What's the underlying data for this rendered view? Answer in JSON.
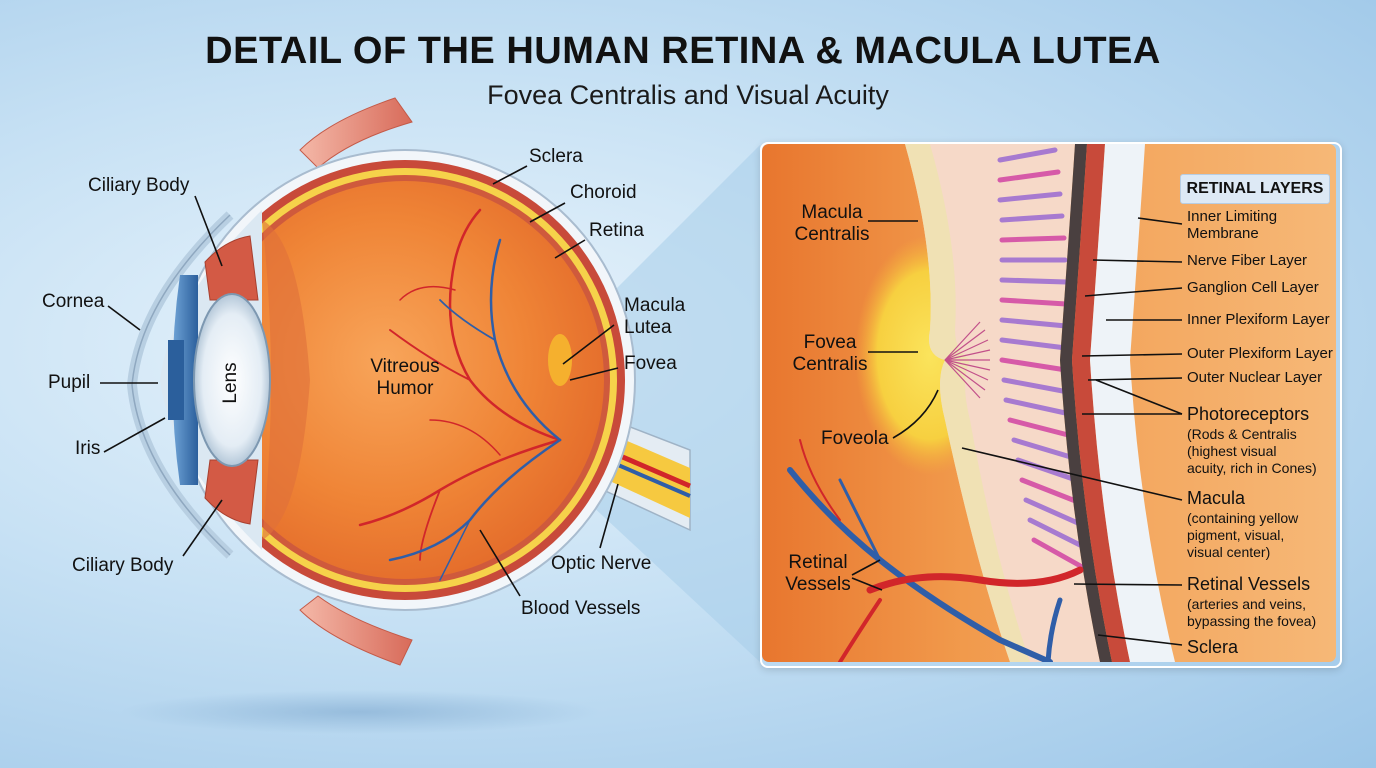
{
  "title": "DETAIL OF THE HUMAN RETINA & MACULA LUTEA",
  "subtitle": "Fovea Centralis and Visual Acuity",
  "eye_labels": {
    "ciliary_body_top": "Ciliary Body",
    "cornea": "Cornea",
    "pupil": "Pupil",
    "iris": "Iris",
    "ciliary_body_bottom": "Ciliary Body",
    "lens": "Lens",
    "vitreous_line1": "Vitreous",
    "vitreous_line2": "Humor",
    "sclera": "Sclera",
    "choroid": "Choroid",
    "retina": "Retina",
    "macula_lutea_line1": "Macula",
    "macula_lutea_line2": "Lutea",
    "fovea": "Fovea",
    "optic_nerve": "Optic Nerve",
    "blood_vessels": "Blood Vessels"
  },
  "detail_labels": {
    "macula_centralis_line1": "Macula",
    "macula_centralis_line2": "Centralis",
    "fovea_centralis_line1": "Fovea",
    "fovea_centralis_line2": "Centralis",
    "foveola": "Foveola",
    "retinal_vessels_line1": "Retinal",
    "retinal_vessels_line2": "Vessels"
  },
  "legend": {
    "title": "RETINAL LAYERS",
    "inner_limiting_line1": "Inner Limiting",
    "inner_limiting_line2": "Membrane",
    "nerve_fiber": "Nerve Fiber Layer",
    "ganglion": "Ganglion Cell Layer",
    "inner_plexiform": "Inner Plexiform Layer",
    "outer_plexiform": "Outer Plexiform Layer",
    "outer_nuclear": "Outer Nuclear Layer",
    "photoreceptors": "Photoreceptors",
    "photoreceptors_sub1": "(Rods  & Centralis",
    "photoreceptors_sub2": "(highest visual",
    "photoreceptors_sub3": "acuity, rich in Cones)",
    "macula": "Macula",
    "macula_sub1": "(containing yellow",
    "macula_sub2": "pigment, visual,",
    "macula_sub3": "visual center)",
    "retinal_vessels": "Retinal Vessels",
    "retinal_vessels_sub1": "(arteries and veins,",
    "retinal_vessels_sub2": "bypassing the fovea)",
    "sclera": "Sclera"
  },
  "colors": {
    "sclera": "#f2f6fa",
    "choroid": "#c84a3a",
    "retina_yellow": "#f6d24a",
    "vitreous": "#f08a3c",
    "artery": "#d1262a",
    "vein": "#2f5ea8",
    "iris": "#3f78b8",
    "macula_yellow": "#f7d43a",
    "photoreceptor_purple": "#a77ad0",
    "photoreceptor_pink": "#d65aa8"
  }
}
